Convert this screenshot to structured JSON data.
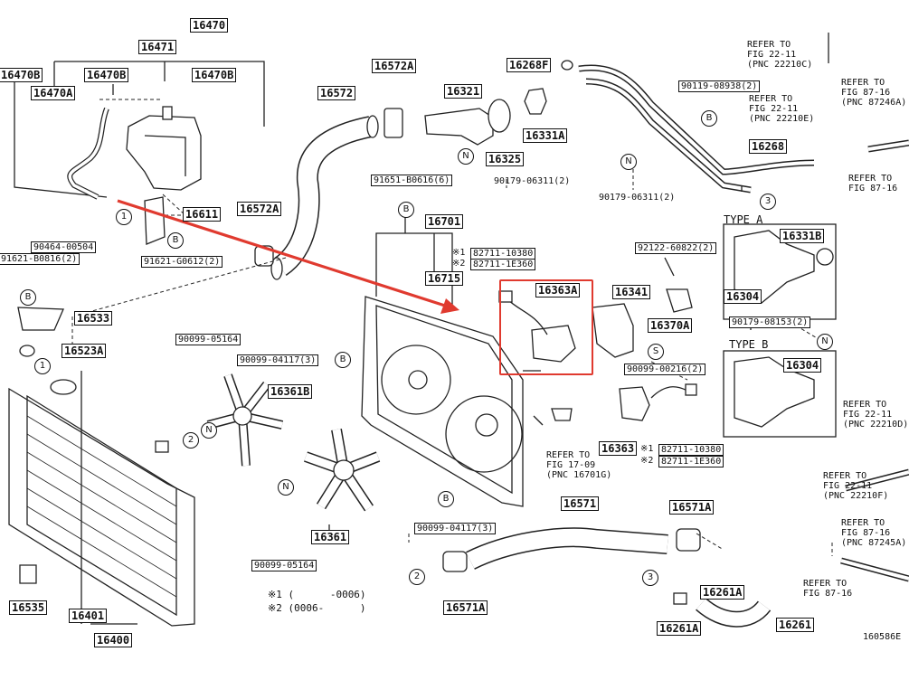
{
  "highlight_color": "#e03a2f",
  "arrow_color": "#e03a2f",
  "figure_code": "160586E",
  "parts": {
    "p16470": "16470",
    "p16471": "16471",
    "p16470B_left": "16470B",
    "p16470B_mid": "16470B",
    "p16470B_right": "16470B",
    "p16470A": "16470A",
    "p16572A_top": "16572A",
    "p16572": "16572",
    "p16321": "16321",
    "p16268F": "16268F",
    "p16331A": "16331A",
    "p16325": "16325",
    "p90179_06311_a": "90179-06311(2)",
    "p90179_06311_b": "90179-06311(2)",
    "p90119_08938": "90119-08938(2)",
    "p16268": "16268",
    "p16611": "16611",
    "p16572A_mid": "16572A",
    "p90464_00504": "90464-00504",
    "p91621_B0816": "91621-B0816(2)",
    "p91621_G0612": "91621-G0612(2)",
    "p91651_B0616": "91651-B0616(6)",
    "p16701": "16701",
    "p82711_10380_a": "82711-10380",
    "p82711_1E360_a": "82711-1E360",
    "p16715": "16715",
    "p16363A": "16363A",
    "p92122_60822": "92122-60822(2)",
    "p16341": "16341",
    "p16370A": "16370A",
    "p16331B": "16331B",
    "p16304_a": "16304",
    "p16304_b": "16304",
    "p90179_08153": "90179-08153(2)",
    "p16533": "16533",
    "p16523A": "16523A",
    "p90099_05164_a": "90099-05164",
    "p90099_04117_a": "90099-04117(3)",
    "p16361B": "16361B",
    "p90099_00216": "90099-00216(2)",
    "p16363": "16363",
    "p82711_10380_b": "82711-10380",
    "p82711_1E360_b": "82711-1E360",
    "p16361": "16361",
    "p90099_04117_b": "90099-04117(3)",
    "p16571": "16571",
    "p16571A_right": "16571A",
    "p16571A_left": "16571A",
    "p90099_05164_b": "90099-05164",
    "p16535": "16535",
    "p16401": "16401",
    "p16400": "16400",
    "p16261A_a": "16261A",
    "p16261A_b": "16261A",
    "p16261": "16261"
  },
  "refs": {
    "r1": "REFER TO\nFIG 22-11\n(PNC 22210C)",
    "r2": "REFER TO\nFIG 22-11\n(PNC 22210E)",
    "r3": "REFER TO\nFIG 87-16\n(PNC 87246A)",
    "r4": "REFER TO\nFIG 87-16",
    "r5": "REFER TO\nFIG 17-09\n(PNC 16701G)",
    "r6": "REFER TO\nFIG 22-11\n(PNC 22210D)",
    "r7": "REFER TO\nFIG 22-11\n(PNC 22210F)",
    "r8": "REFER TO\nFIG 87-16\n(PNC 87245A)",
    "r9": "REFER TO\nFIG 87-16"
  },
  "types": {
    "type_a": "TYPE A",
    "type_b": "TYPE B"
  },
  "notes": {
    "mark1": "※1",
    "mark2": "※2",
    "note1": "※1 (      -0006)",
    "note2": "※2 (0006-      )"
  },
  "callouts": {
    "c1": "1",
    "c2": "2",
    "c3": "3",
    "cB": "B",
    "cN": "N",
    "cS": "S"
  }
}
